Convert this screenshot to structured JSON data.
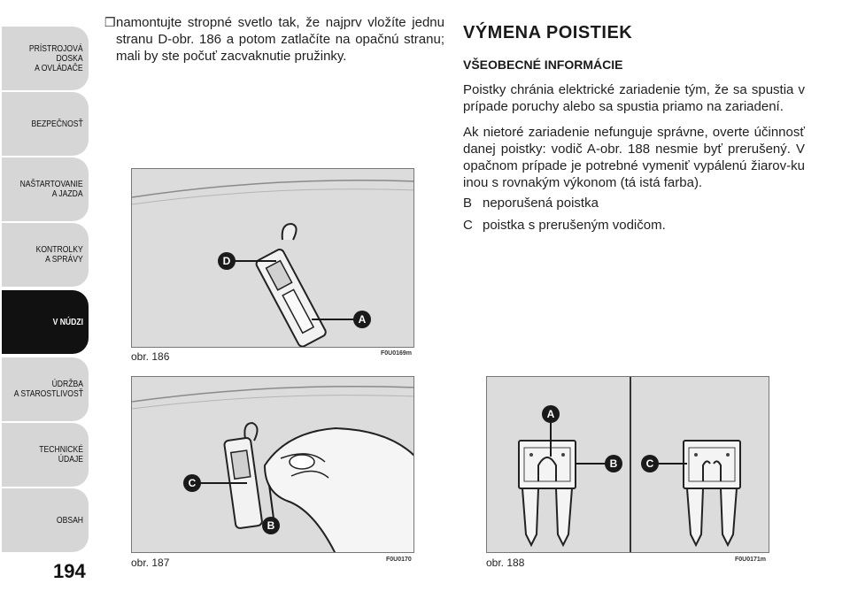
{
  "sidebar": {
    "tabs": [
      {
        "label": "PRÍSTROJOVÁ\nDOSKA\nA OVLÁDAČE",
        "active": false
      },
      {
        "label": "BEZPEČNOSŤ",
        "active": false
      },
      {
        "label": "NAŠTARTOVANIE\nA JAZDA",
        "active": false
      },
      {
        "label": "KONTROLKY\nA SPRÁVY",
        "active": false
      },
      {
        "label": "V NÚDZI",
        "active": true
      },
      {
        "label": "ÚDRŽBA\nA STAROSTLIVOSŤ",
        "active": false
      },
      {
        "label": "TECHNICKÉ ÚDAJE",
        "active": false
      },
      {
        "label": "OBSAH",
        "active": false
      }
    ],
    "page_number": "194"
  },
  "left_column": {
    "bullet_mark": "❒",
    "bullet_text": "namontujte stropné svetlo tak, že najprv vložíte jednu stranu D-obr. 186 a potom zatlačíte na opačnú stranu; mali by ste počuť zacvaknutie pružinky."
  },
  "right_column": {
    "title": "VÝMENA POISTIEK",
    "subtitle": "VŠEOBECNÉ INFORMÁCIE",
    "para1": "Poistky chránia elektrické zariadenie tým, že sa spustia v prípade poruchy alebo sa spustia priamo na zariadení.",
    "para2": "Ak nietoré zariadenie nefunguje správne, overte účinnosť danej poistky: vodič A-obr. 188 nesmie byť prerušený. V opačnom prípade je potrebné vymeniť vypálenú žiarov-ku inou s rovnakým výkonom (tá istá farba).",
    "items": [
      {
        "letter": "B",
        "text": "neporušená poistka"
      },
      {
        "letter": "C",
        "text": "poistka s prerušeným vodičom."
      }
    ]
  },
  "figures": {
    "fig186": {
      "caption": "obr. 186",
      "code": "F0U0169m",
      "labels": [
        "D",
        "A"
      ]
    },
    "fig187": {
      "caption": "obr. 187",
      "code": "F0U0170",
      "labels": [
        "C",
        "B"
      ]
    },
    "fig188": {
      "caption": "obr. 188",
      "code": "F0U0171m",
      "labels": [
        "A",
        "B",
        "C"
      ]
    }
  },
  "colors": {
    "sidebar_tab": "#d6d6d6",
    "sidebar_active": "#111111",
    "figure_bg": "#dcdcdc",
    "callout": "#1a1a1a"
  }
}
